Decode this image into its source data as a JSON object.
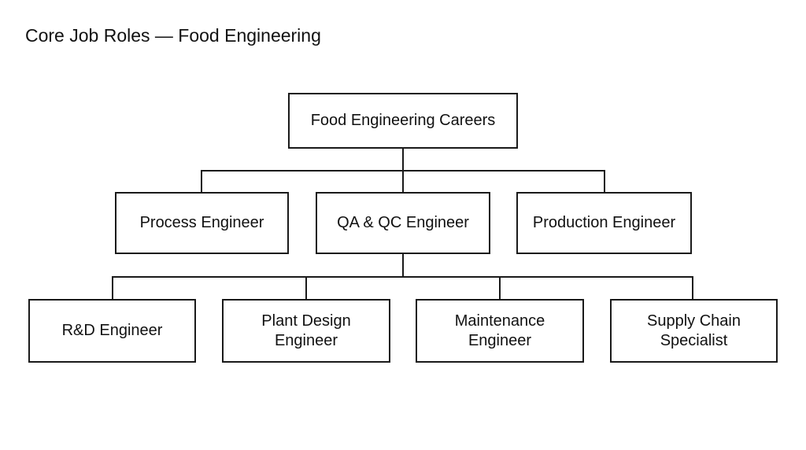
{
  "title": "Core Job Roles — Food Engineering",
  "root": {
    "label": "Food Engineering Careers"
  },
  "level1": [
    {
      "label": "Process Engineer"
    },
    {
      "label": "QA & QC Engineer"
    },
    {
      "label": "Production Engineer"
    }
  ],
  "level2": [
    {
      "line1": "R&D Engineer",
      "line2": ""
    },
    {
      "line1": "Plant Design",
      "line2": "Engineer"
    },
    {
      "line1": "Maintenance",
      "line2": "Engineer"
    },
    {
      "line1": "Supply Chain",
      "line2": "Specialist"
    }
  ],
  "colors": {
    "line": "#1a1a1a",
    "box_border": "#1a1a1a",
    "background": "#ffffff"
  }
}
